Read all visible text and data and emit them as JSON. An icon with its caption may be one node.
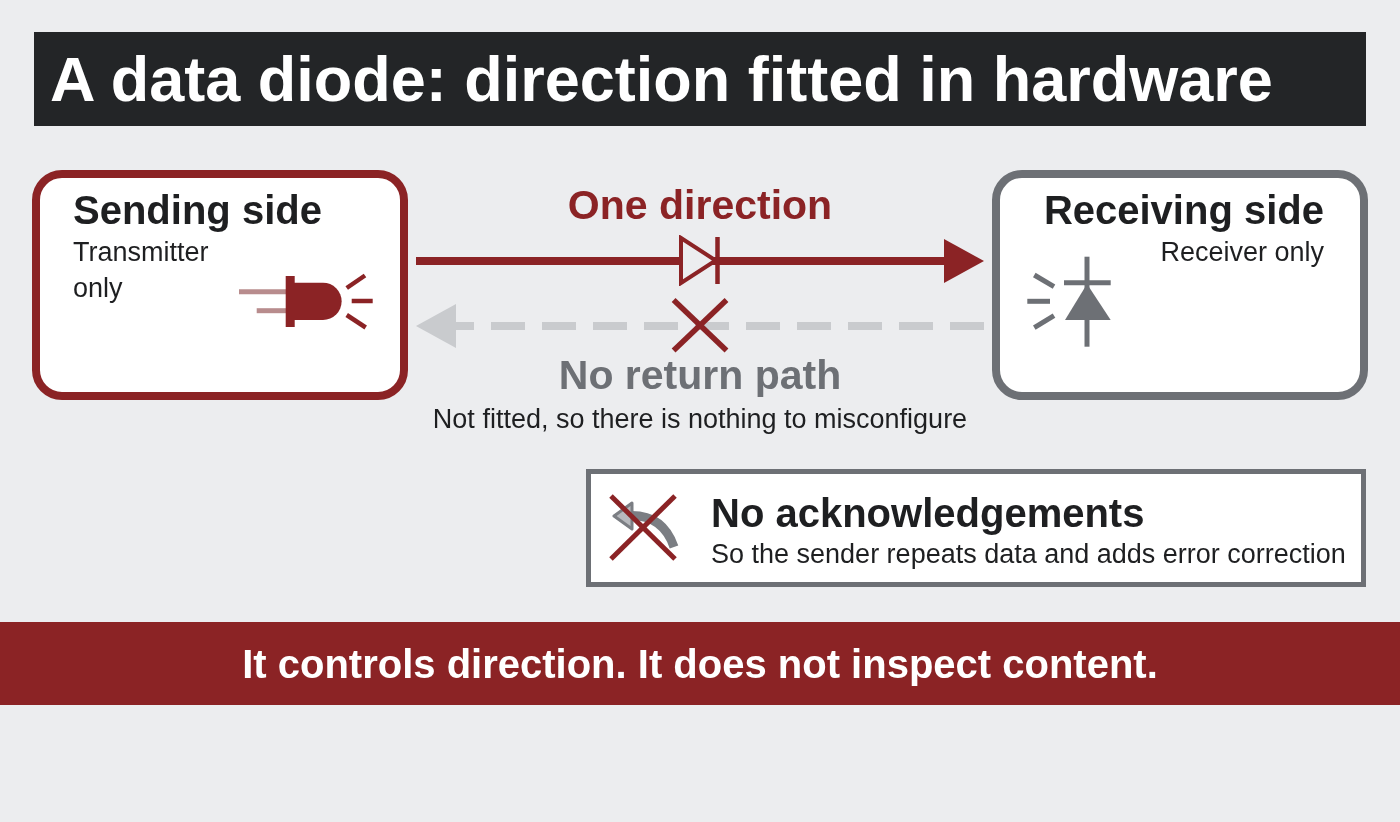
{
  "diagram": {
    "title": "A data diode: direction fitted in hardware",
    "nodes": [
      {
        "text": [
          "Sending side",
          "Transmitter only"
        ]
      },
      {
        "text": [
          "Receiving side",
          "Receiver only"
        ]
      },
      {
        "text": [
          "No acknowledgements",
          "So the sender repeats data and adds error correction"
        ]
      },
      {
        "text": [
          "It controls direction. It does not inspect content."
        ]
      }
    ],
    "edges": [
      {
        "from": 0,
        "to": 1,
        "arrow": "to",
        "label": "One direction",
        "color": "#8b2325"
      },
      {
        "from": 1,
        "to": 0,
        "arrow": "to",
        "label": "No return path",
        "style": "dashed",
        "color": "#c9cbce"
      }
    ],
    "labels": [
      "Not fitted, so there is nothing to misconfigure"
    ]
  }
}
